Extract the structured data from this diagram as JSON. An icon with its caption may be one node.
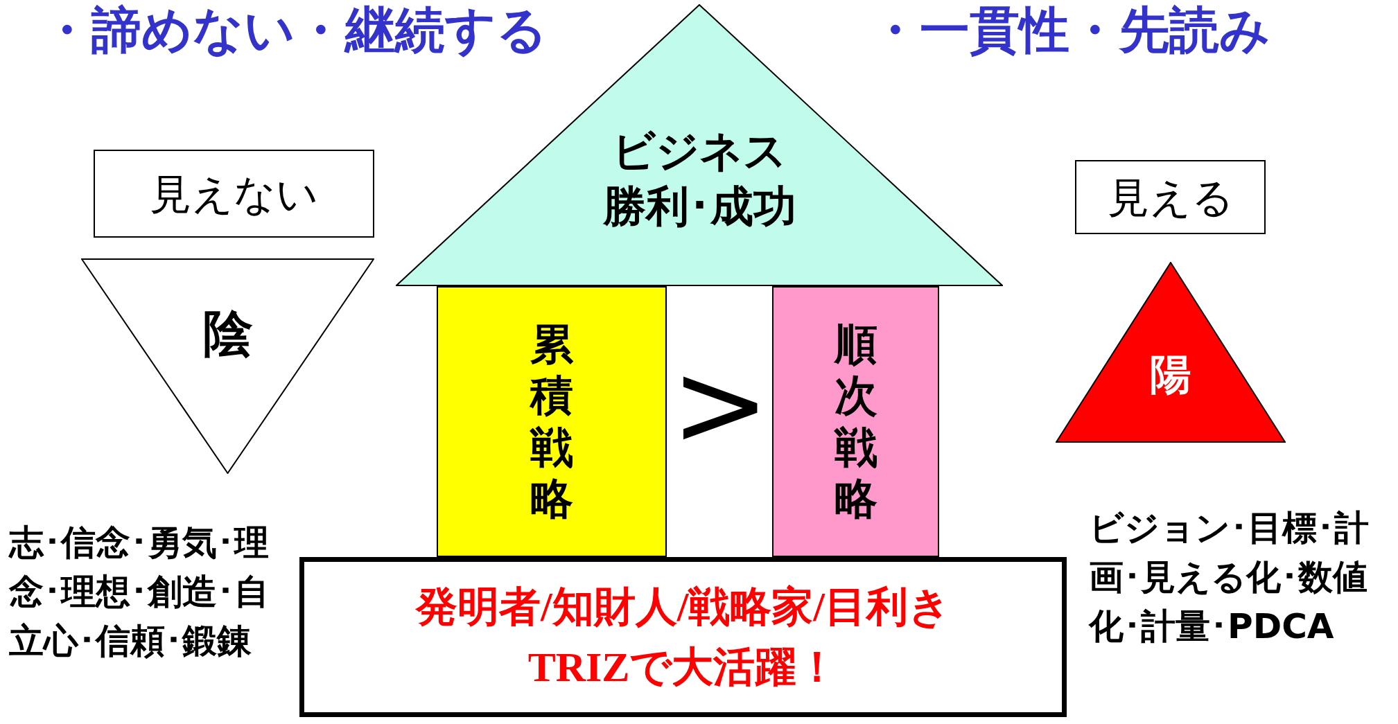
{
  "diagram": {
    "nodes": [
      {
        "text": [
          "見えない"
        ]
      },
      {
        "text": [
          "陰"
        ]
      },
      {
        "text": [
          "ビジネス",
          "勝利･成功"
        ]
      },
      {
        "text": [
          "累積戦略"
        ]
      },
      {
        "text": [
          "順次戦略"
        ]
      },
      {
        "text": [
          "発明者/知財人/戦略家/目利きTRIZで大活躍！"
        ]
      },
      {
        "text": [
          "見える"
        ]
      },
      {
        "text": [
          "陽"
        ]
      }
    ],
    "labels": [
      "・諦めない・継続する",
      "・一貫性・先読み",
      ">",
      "志･信念･勇気･理念･理想･創造･自立心･信頼･鍛錬",
      "ビジョン･目標･計画･見える化･数値化･計量･PDCA"
    ]
  }
}
